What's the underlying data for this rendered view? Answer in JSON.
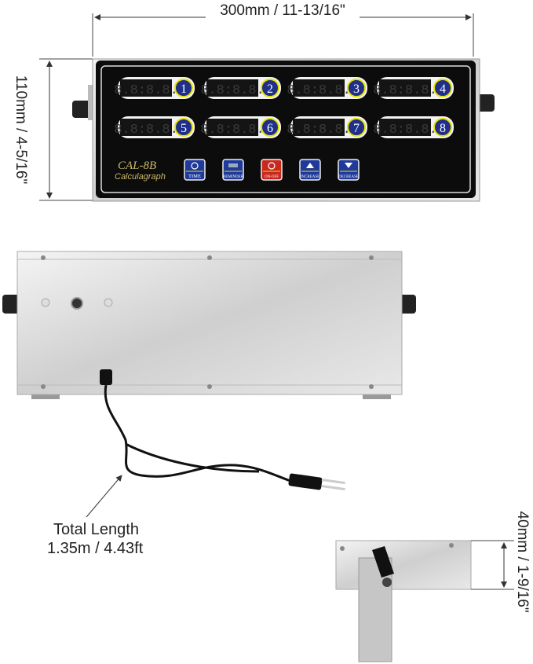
{
  "dimensions": {
    "width": "300mm / 11-13/16\"",
    "height": "110mm / 4-5/16\"",
    "depth": "40mm / 1-9/16\""
  },
  "cord": {
    "line1": "Total Length",
    "line2": "1.35m / 4.43ft"
  },
  "panel": {
    "model": "CAL-8B",
    "brand": "Calculagraph",
    "display_text": "8.8:8.8.",
    "timers": [
      "1",
      "2",
      "3",
      "4",
      "5",
      "6",
      "7",
      "8"
    ],
    "buttons": [
      {
        "label": "TIME",
        "color": "#1f3a9a",
        "icon": "clock-icon"
      },
      {
        "label": "REMINDER",
        "color": "#1f3a9a",
        "icon": "keyboard-icon"
      },
      {
        "label": "ON-OFF",
        "color": "#c8281e",
        "icon": "power-icon"
      },
      {
        "label": "INCREASE",
        "color": "#1f3a9a",
        "icon": "triangle-up-icon"
      },
      {
        "label": "DECREASE",
        "color": "#1f3a9a",
        "icon": "triangle-down-icon"
      }
    ]
  }
}
